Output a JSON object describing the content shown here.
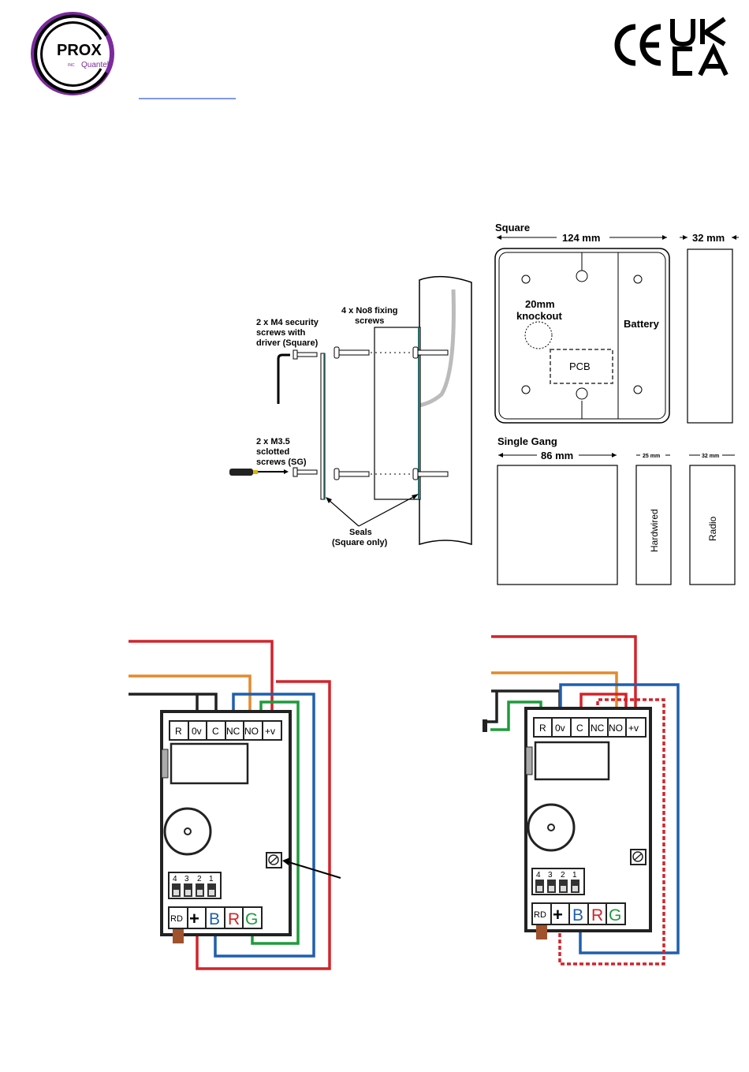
{
  "logo": {
    "main": "PROX",
    "sub": "Quantek",
    "inc": "INC",
    "color": "#7b2a9e"
  },
  "marks": {
    "ce": "CE",
    "ukca_top": "UK",
    "ukca_bottom": "CA"
  },
  "mounting": {
    "fixing_screws": [
      "4 x No8 fixing",
      "screws"
    ],
    "security_screws": [
      "2 x M4 security",
      "screws with",
      "driver (Square)"
    ],
    "slotted_screws": [
      "2 x M3.5",
      "sclotted",
      "screws (SG)"
    ],
    "seals": [
      "Seals",
      "(Square only)"
    ]
  },
  "square": {
    "title": "Square",
    "width": "124 mm",
    "depth": "32 mm",
    "knockout": [
      "20mm",
      "knockout"
    ],
    "battery": "Battery",
    "pcb": "PCB"
  },
  "single_gang": {
    "title": "Single Gang",
    "width": "86 mm",
    "hardwired_depth": "25 mm",
    "radio_depth": "32 mm",
    "hardwired": "Hardwired",
    "radio": "Radio"
  },
  "board": {
    "top_terminals": [
      "R",
      "0v",
      "C",
      "NC",
      "NO",
      "+v"
    ],
    "dip_numbers": [
      "4",
      "3",
      "2",
      "1"
    ],
    "bottom_terminals": [
      {
        "label": "RD",
        "color": "#000000"
      },
      {
        "label": "+",
        "color": "#000000"
      },
      {
        "label": "B",
        "color": "#1f5fae"
      },
      {
        "label": "R",
        "color": "#d3232a"
      },
      {
        "label": "G",
        "color": "#1e9b3c"
      }
    ]
  },
  "wire_colors": {
    "red": "#d3232a",
    "orange": "#e38a2c",
    "black": "#222222",
    "blue": "#1f5fae",
    "green": "#1e9b3c"
  }
}
